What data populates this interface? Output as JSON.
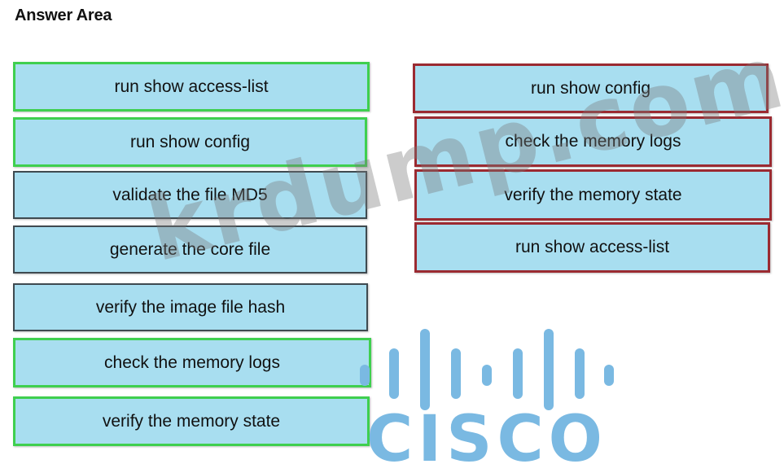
{
  "header": {
    "title": "Answer Area"
  },
  "source_list": {
    "items": [
      {
        "label": "run show access-list",
        "state": "used"
      },
      {
        "label": "run show config",
        "state": "used"
      },
      {
        "label": "validate the file MD5",
        "state": "unused"
      },
      {
        "label": "generate the core file",
        "state": "unused"
      },
      {
        "label": "verify the image file hash",
        "state": "unused"
      },
      {
        "label": "check the memory logs",
        "state": "used"
      },
      {
        "label": "verify the memory state",
        "state": "used"
      }
    ]
  },
  "answer_list": {
    "items": [
      {
        "label": "run show config"
      },
      {
        "label": "check the memory logs"
      },
      {
        "label": "verify the memory state"
      },
      {
        "label": "run show access-list"
      }
    ]
  },
  "watermark": {
    "text": "krdump.com"
  },
  "logo": {
    "text": "CISCO",
    "icon": "cisco-logo-icon",
    "color": "#7ab9e2"
  },
  "colors": {
    "tile_fill": "#a8def0",
    "used_border": "#3fcf4f",
    "answer_border": "#9b2a31",
    "default_border": "#3f4a50"
  }
}
